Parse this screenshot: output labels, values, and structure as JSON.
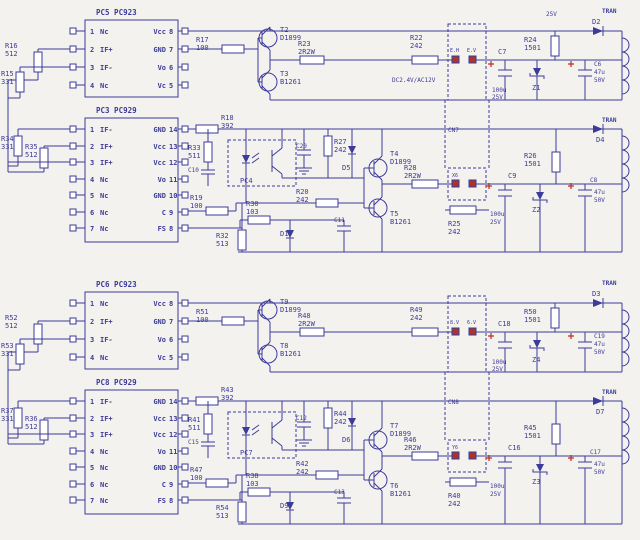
{
  "colors": {
    "ink": "#3b3b9a",
    "red": "#c2251c",
    "pin": "#a8352c",
    "bg": "#f4f2ee"
  },
  "sections": [
    {
      "kind": "A",
      "title": "PC5 PC923",
      "pins_left": [
        [
          "1",
          "Nc"
        ],
        [
          "2",
          "IF+"
        ],
        [
          "3",
          "IF-"
        ],
        [
          "4",
          "Nc"
        ]
      ],
      "pins_right": [
        [
          "Vcc",
          "8"
        ],
        [
          "GND",
          "7"
        ],
        [
          "Vo",
          "6"
        ],
        [
          "Vc",
          "5"
        ]
      ],
      "r_in_top": [
        "R16",
        "512"
      ],
      "r_in_bot": [
        "R15",
        "331"
      ],
      "r_base": [
        "R17",
        "100"
      ],
      "t_top": [
        "T2",
        "D1899"
      ],
      "t_bot": [
        "T3",
        "B1261"
      ],
      "r_out": [
        "R23",
        "2R2W"
      ],
      "r_link": [
        "R22",
        "242"
      ],
      "note": "DC2.4V/AC12V",
      "conn_a": "E.H",
      "conn_b": "E.V",
      "c_mid": [
        "C7",
        "100u",
        "25V"
      ],
      "zener": "Z1",
      "r_top": [
        "R24",
        "1501"
      ],
      "volt": "25V",
      "d_top": "D2",
      "c_out": [
        "C6",
        "47u",
        "50V"
      ],
      "tran": "TRAN"
    },
    {
      "kind": "B",
      "title": "PC3 PC929",
      "pins_left": [
        [
          "1",
          "IF-"
        ],
        [
          "2",
          "IF+"
        ],
        [
          "3",
          "IF+"
        ],
        [
          "4",
          "Nc"
        ],
        [
          "5",
          "Nc"
        ],
        [
          "6",
          "Nc"
        ],
        [
          "7",
          "Nc"
        ]
      ],
      "pins_right": [
        [
          "GND",
          "14"
        ],
        [
          "Vcc",
          "13"
        ],
        [
          "Vcc",
          "12"
        ],
        [
          "Vo",
          "11"
        ],
        [
          "GND",
          "10"
        ],
        [
          "C",
          "9"
        ],
        [
          "FS",
          "8"
        ]
      ],
      "r_in_top": [
        "R34",
        "331"
      ],
      "r_in_bot": [
        "R35",
        "512"
      ],
      "r1": [
        "R18",
        "392"
      ],
      "r2": [
        "R33",
        "511"
      ],
      "c1": "C10",
      "opto": "PC4",
      "c2": "C20",
      "r3": [
        "R27",
        "242"
      ],
      "d1": "D5",
      "t_top": [
        "T4",
        "D1899"
      ],
      "r_emit": [
        "R28",
        "2R2W"
      ],
      "t_bot": [
        "T5",
        "B1261"
      ],
      "r4": [
        "R19",
        "100"
      ],
      "r5": [
        "R30",
        "103"
      ],
      "r6": [
        "R20",
        "242"
      ],
      "d2": "D1",
      "r7": [
        "R32",
        "513"
      ],
      "c3": "C11",
      "cn": "CN7",
      "conn": "X6",
      "r8": [
        "R25",
        "242"
      ],
      "c_mid": [
        "C9",
        "100u",
        "25V"
      ],
      "zener": "Z2",
      "r_top": [
        "R26",
        "1501"
      ],
      "d_top": "D4",
      "c_out": [
        "C8",
        "47u",
        "50V"
      ],
      "tran": "TRAN"
    },
    {
      "kind": "A",
      "title": "PC6 PC923",
      "pins_left": [
        [
          "1",
          "Nc"
        ],
        [
          "2",
          "IF+"
        ],
        [
          "3",
          "IF-"
        ],
        [
          "4",
          "Nc"
        ]
      ],
      "pins_right": [
        [
          "Vcc",
          "8"
        ],
        [
          "GND",
          "7"
        ],
        [
          "Vo",
          "6"
        ],
        [
          "Vc",
          "5"
        ]
      ],
      "r_in_top": [
        "R52",
        "512"
      ],
      "r_in_bot": [
        "R53",
        "331"
      ],
      "r_base": [
        "R51",
        "100"
      ],
      "t_top": [
        "T9",
        "D1899"
      ],
      "t_bot": [
        "T8",
        "B1261"
      ],
      "r_out": [
        "R48",
        "2R2W"
      ],
      "r_link": [
        "R49",
        "242"
      ],
      "note": "",
      "conn_a": "8.V",
      "conn_b": "6.V",
      "c_mid": [
        "C18",
        "100u",
        "25V"
      ],
      "zener": "Z4",
      "r_top": [
        "R50",
        "1501"
      ],
      "volt": "",
      "d_top": "D3",
      "c_out": [
        "C19",
        "47u",
        "50V"
      ],
      "tran": "TRAN"
    },
    {
      "kind": "B",
      "title": "PC8 PC929",
      "pins_left": [
        [
          "1",
          "IF-"
        ],
        [
          "2",
          "IF+"
        ],
        [
          "3",
          "IF+"
        ],
        [
          "4",
          "Nc"
        ],
        [
          "5",
          "Nc"
        ],
        [
          "6",
          "Nc"
        ],
        [
          "7",
          "Nc"
        ]
      ],
      "pins_right": [
        [
          "GND",
          "14"
        ],
        [
          "Vcc",
          "13"
        ],
        [
          "Vcc",
          "12"
        ],
        [
          "Vo",
          "11"
        ],
        [
          "GND",
          "10"
        ],
        [
          "C",
          "9"
        ],
        [
          "FS",
          "8"
        ]
      ],
      "r_in_top": [
        "R37",
        "331"
      ],
      "r_in_bot": [
        "R36",
        "512"
      ],
      "r1": [
        "R43",
        "392"
      ],
      "r2": [
        "R41",
        "511"
      ],
      "c1": "C15",
      "opto": "PC7",
      "c2": "C12",
      "r3": [
        "R44",
        "242"
      ],
      "d1": "D6",
      "t_top": [
        "T7",
        "D1899"
      ],
      "r_emit": [
        "R46",
        "2R2W"
      ],
      "t_bot": [
        "T6",
        "B1261"
      ],
      "r4": [
        "R47",
        "100"
      ],
      "r5": [
        "R38",
        "103"
      ],
      "r6": [
        "R42",
        "242"
      ],
      "d2": "D9",
      "r7": [
        "R54",
        "513"
      ],
      "c3": "C13",
      "cn": "CN8",
      "conn": "Y6",
      "r8": [
        "R40",
        "242"
      ],
      "c_mid": [
        "C16",
        "100u",
        "25V"
      ],
      "zener": "Z3",
      "r_top": [
        "R45",
        "1501"
      ],
      "d_top": "D7",
      "c_out": [
        "C17",
        "47u",
        "50V"
      ],
      "tran": "TRAN"
    }
  ]
}
